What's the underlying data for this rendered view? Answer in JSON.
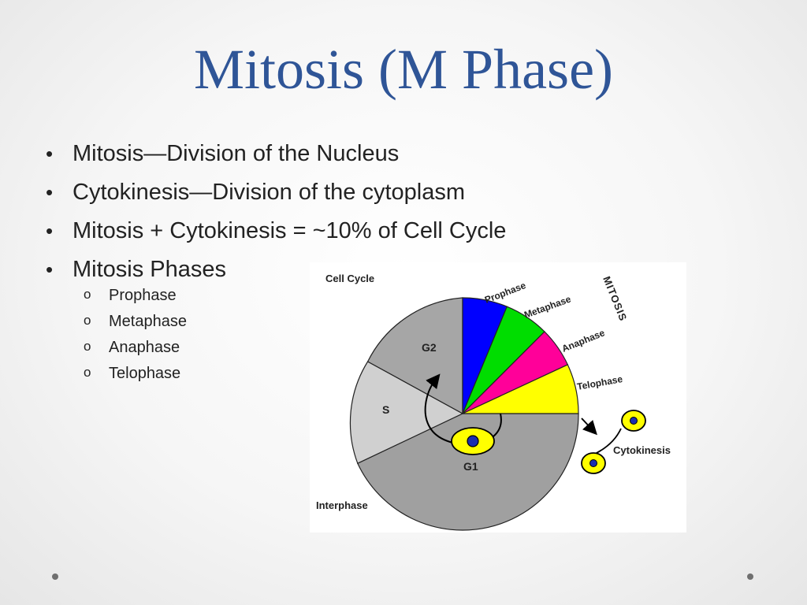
{
  "slide": {
    "title": "Mitosis (M Phase)",
    "bullets": [
      "Mitosis—Division of the Nucleus",
      "Cytokinesis—Division of the cytoplasm",
      "Mitosis + Cytokinesis = ~10% of Cell Cycle",
      "Mitosis Phases"
    ],
    "sub_bullets": [
      "Prophase",
      "Metaphase",
      "Anaphase",
      "Telophase"
    ]
  },
  "diagram": {
    "title": "Cell Cycle",
    "labels": {
      "prophase": "Prophase",
      "metaphase": "Metaphase",
      "anaphase": "Anaphase",
      "telophase": "Telophase",
      "mitosis": "MITOSIS",
      "g2": "G2",
      "s": "S",
      "g1": "G1",
      "interphase": "Interphase",
      "cytokinesis": "Cytokinesis"
    },
    "colors": {
      "prophase": "#0000ff",
      "metaphase": "#00dd00",
      "anaphase": "#ff0099",
      "telophase": "#ffff00",
      "g2": "#a6a6a6",
      "s": "#d0d0d0",
      "g1": "#a0a0a0",
      "cell": "#ffff00",
      "nucleus": "#1a2fb0"
    }
  }
}
